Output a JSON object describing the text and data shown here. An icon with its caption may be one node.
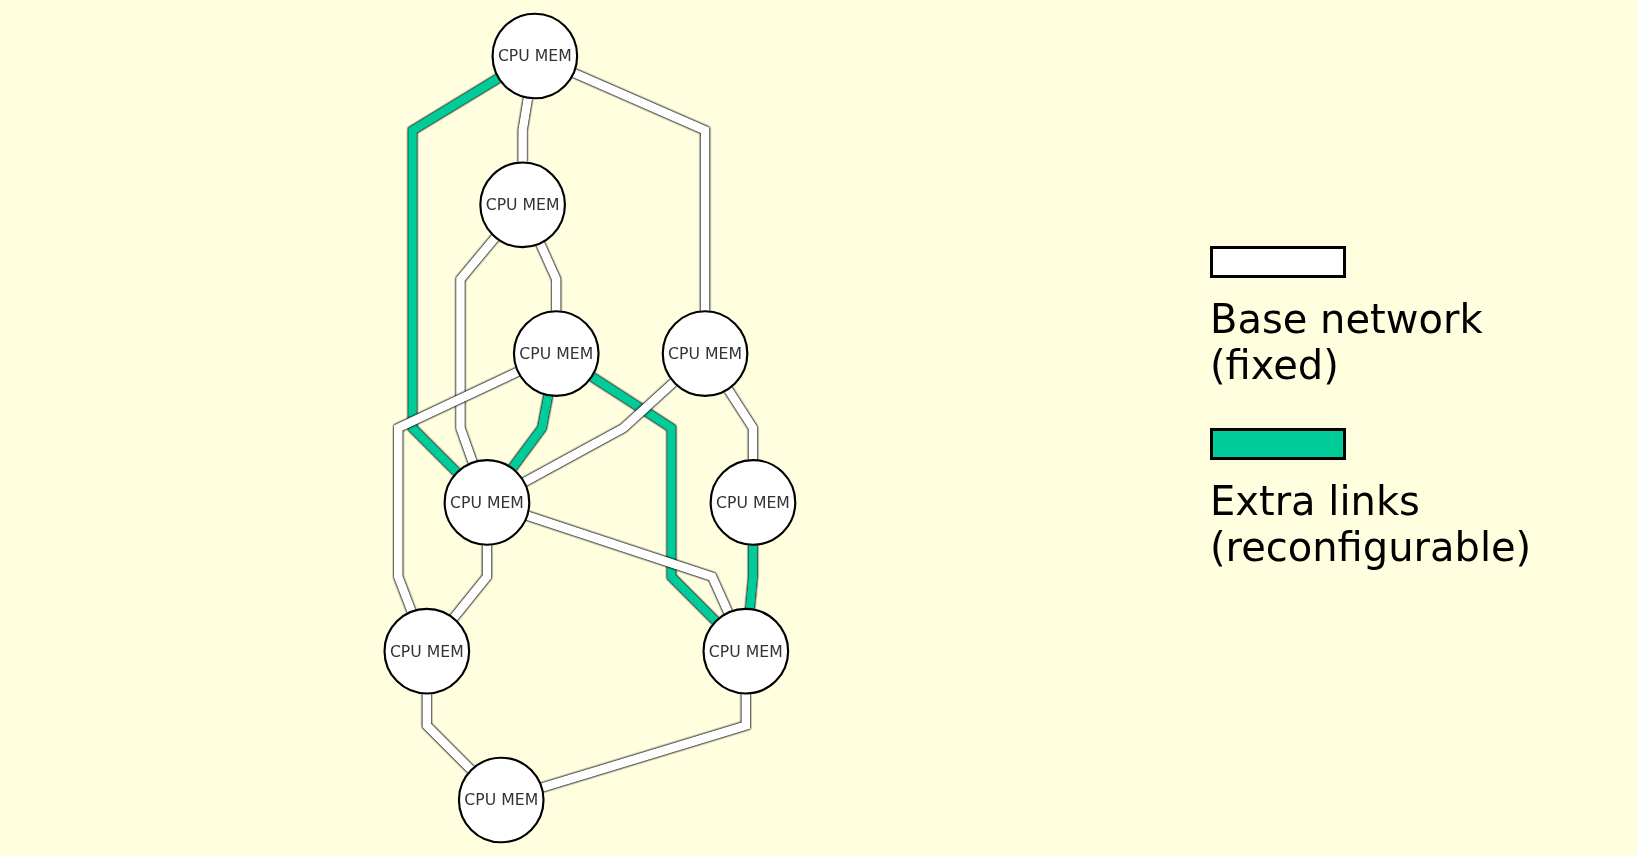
{
  "diagram": {
    "nodes": [
      {
        "text": [
          "CPU MEM"
        ]
      },
      {
        "text": [
          "CPU MEM"
        ]
      },
      {
        "text": [
          "CPU MEM"
        ]
      },
      {
        "text": [
          "CPU MEM"
        ]
      },
      {
        "text": [
          "CPU MEM"
        ]
      },
      {
        "text": [
          "CPU MEM"
        ]
      },
      {
        "text": [
          "CPU MEM"
        ]
      },
      {
        "text": [
          "CPU MEM"
        ]
      },
      {
        "text": [
          "CPU MEM"
        ]
      }
    ],
    "edges": [
      {
        "from": 0,
        "to": 1,
        "arrow": "none"
      },
      {
        "from": 1,
        "to": 2,
        "arrow": "none"
      },
      {
        "from": 0,
        "to": 3,
        "arrow": "none"
      },
      {
        "from": 0,
        "to": 4,
        "arrow": "none",
        "color": "#00cc99"
      },
      {
        "from": 1,
        "to": 4,
        "arrow": "none"
      },
      {
        "from": 2,
        "to": 4,
        "arrow": "none",
        "color": "#00cc99"
      },
      {
        "from": 2,
        "to": 7,
        "arrow": "none",
        "color": "#00cc99"
      },
      {
        "from": 2,
        "to": 5,
        "arrow": "none"
      },
      {
        "from": 3,
        "to": 4,
        "arrow": "none"
      },
      {
        "from": 4,
        "to": 5,
        "arrow": "none"
      },
      {
        "from": 3,
        "to": 6,
        "arrow": "none"
      },
      {
        "from": 4,
        "to": 7,
        "arrow": "none"
      },
      {
        "from": 5,
        "to": 8,
        "arrow": "none"
      },
      {
        "from": 6,
        "to": 7,
        "arrow": "none",
        "color": "#00cc99"
      },
      {
        "from": 7,
        "to": 8,
        "arrow": "none"
      }
    ],
    "legend": [
      {
        "text": "Base network (fixed)",
        "color": "#ffffff"
      },
      {
        "text": "Extra links (reconfigurable)",
        "color": "#00cc99"
      }
    ]
  }
}
